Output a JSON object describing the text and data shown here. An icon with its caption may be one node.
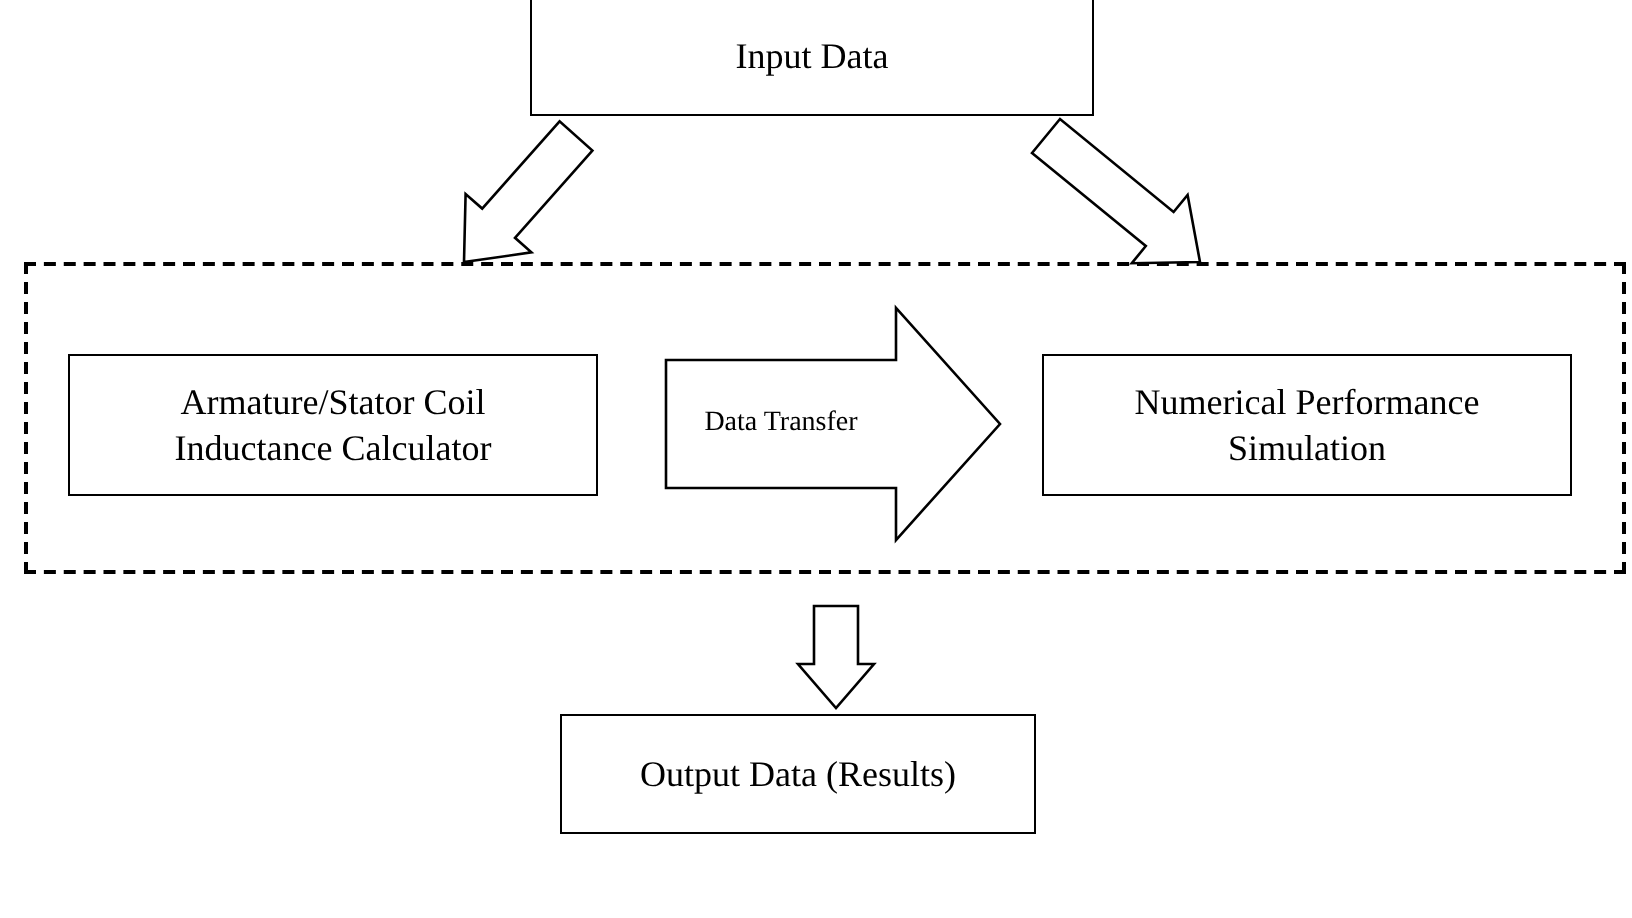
{
  "diagram": {
    "nodes": [
      {
        "text": [
          "Input Data"
        ]
      },
      {
        "text": [],
        "shape": "box"
      },
      {
        "text": [
          "Armature/Stator Coil Inductance Calculator"
        ],
        "in": 1
      },
      {
        "text": [
          "Numerical Performance Simulation"
        ],
        "in": 1
      },
      {
        "text": [
          "Output Data (Results)"
        ]
      }
    ],
    "edges": [
      {
        "from": 0,
        "to": 1,
        "arrow": "to",
        "style": "thick"
      },
      {
        "from": 0,
        "to": 1,
        "arrow": "to",
        "style": "thick"
      },
      {
        "from": 2,
        "to": 3,
        "arrow": "to",
        "style": "thick",
        "label": "Data Transfer"
      },
      {
        "from": 1,
        "to": 4,
        "arrow": "to",
        "style": "thick"
      }
    ]
  }
}
